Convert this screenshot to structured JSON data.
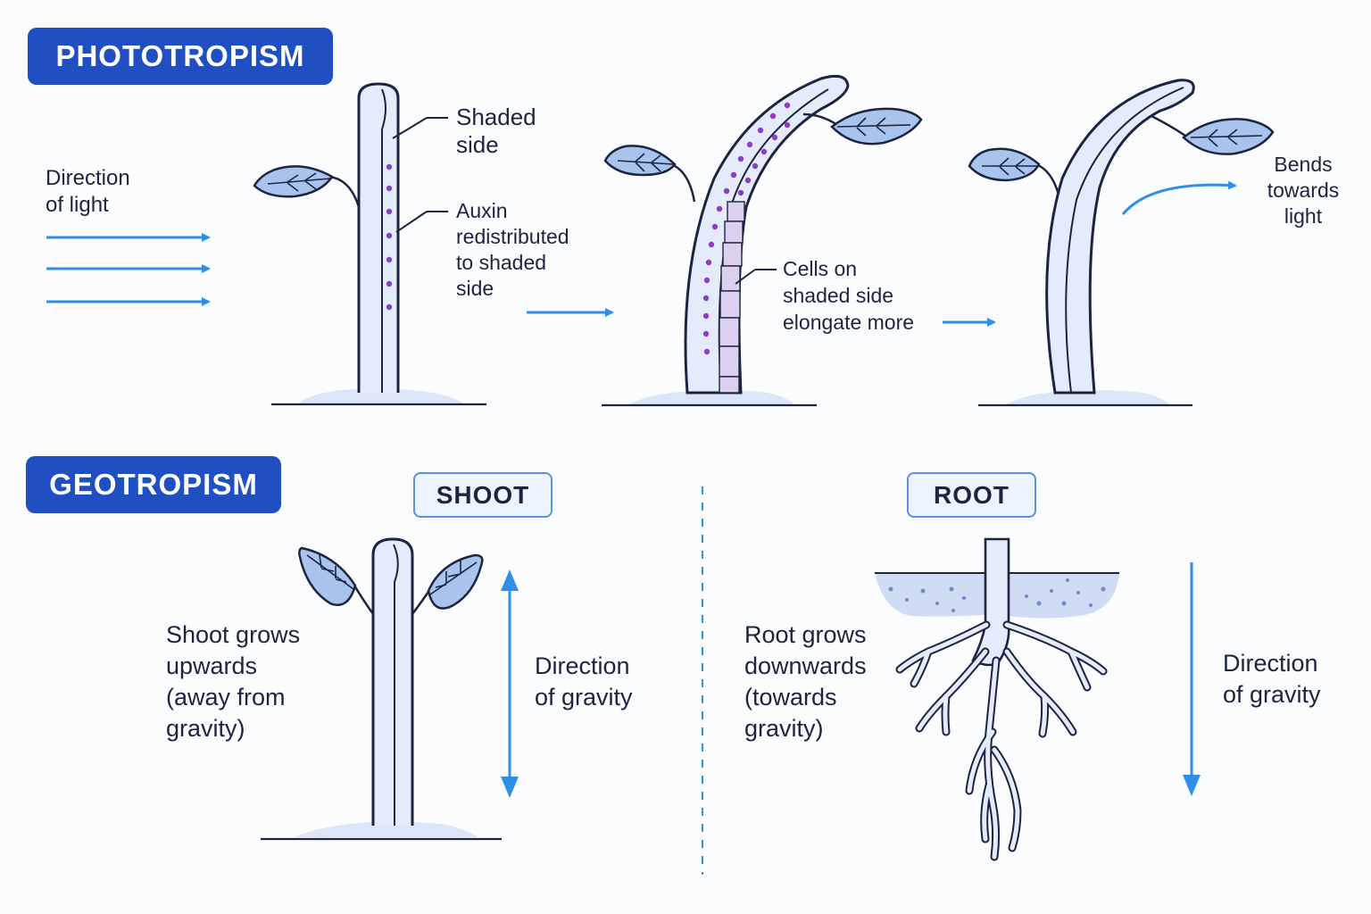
{
  "phototropism": {
    "title": "PHOTOTROPISM",
    "direction_of_light": [
      "Direction",
      "of light"
    ],
    "shaded_side": [
      "Shaded",
      "side"
    ],
    "auxin": [
      "Auxin",
      "redistributed",
      "to shaded",
      "side"
    ],
    "cells": [
      "Cells on",
      "shaded side",
      "elongate more"
    ],
    "bends": [
      "Bends",
      "towards",
      "light"
    ]
  },
  "geotropism": {
    "title": "GEOTROPISM",
    "shoot_tag": "SHOOT",
    "root_tag": "ROOT",
    "shoot_text": [
      "Shoot grows",
      "upwards",
      "(away from",
      "gravity)"
    ],
    "shoot_gravity": [
      "Direction",
      "of gravity"
    ],
    "root_text": [
      "Root grows",
      "downwards",
      "(towards",
      "gravity)"
    ],
    "root_gravity": [
      "Direction",
      "of gravity"
    ]
  },
  "colors": {
    "badge": "#1f4fc1",
    "arrow": "#2f8fe8",
    "stem_fill": "#e4ebfa",
    "outline": "#1c2440",
    "auxin_dot": "#8a3fc2",
    "leaf_fill": "#a9c4ec",
    "cell_fill": "#dcd0ef"
  }
}
